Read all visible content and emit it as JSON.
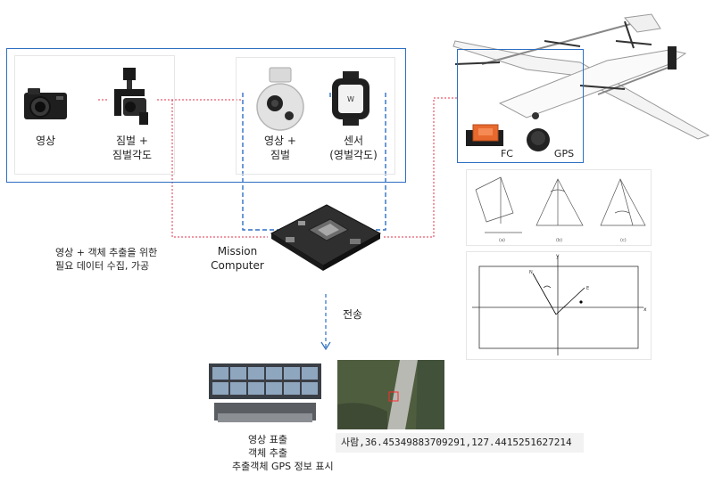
{
  "labels": {
    "camera": "영상",
    "gimbal_line1": "짐벌 +",
    "gimbal_line2": "짐벌각도",
    "eo_line1": "영상 +",
    "eo_line2": "짐벌",
    "sensor_line1": "센서",
    "sensor_line2": "(영벌각도)",
    "mission_line1": "Mission",
    "mission_line2": "Computer",
    "collect_line1": "영상 + 객체 추출을 위한",
    "collect_line2": "필요 데이터 수집, 가공",
    "transmit": "전송",
    "fc": "FC",
    "gps": "GPS",
    "output_line1": "영상 표출",
    "output_line2": "객체 추출",
    "output_line3": "추출객체 GPS 정보 표시",
    "detection": "사람,36.45349883709291,127.4415251627214"
  },
  "colors": {
    "border_blue": "#2d6fc4",
    "link_red": "#e0334a",
    "link_blue": "#2d6fc4"
  }
}
